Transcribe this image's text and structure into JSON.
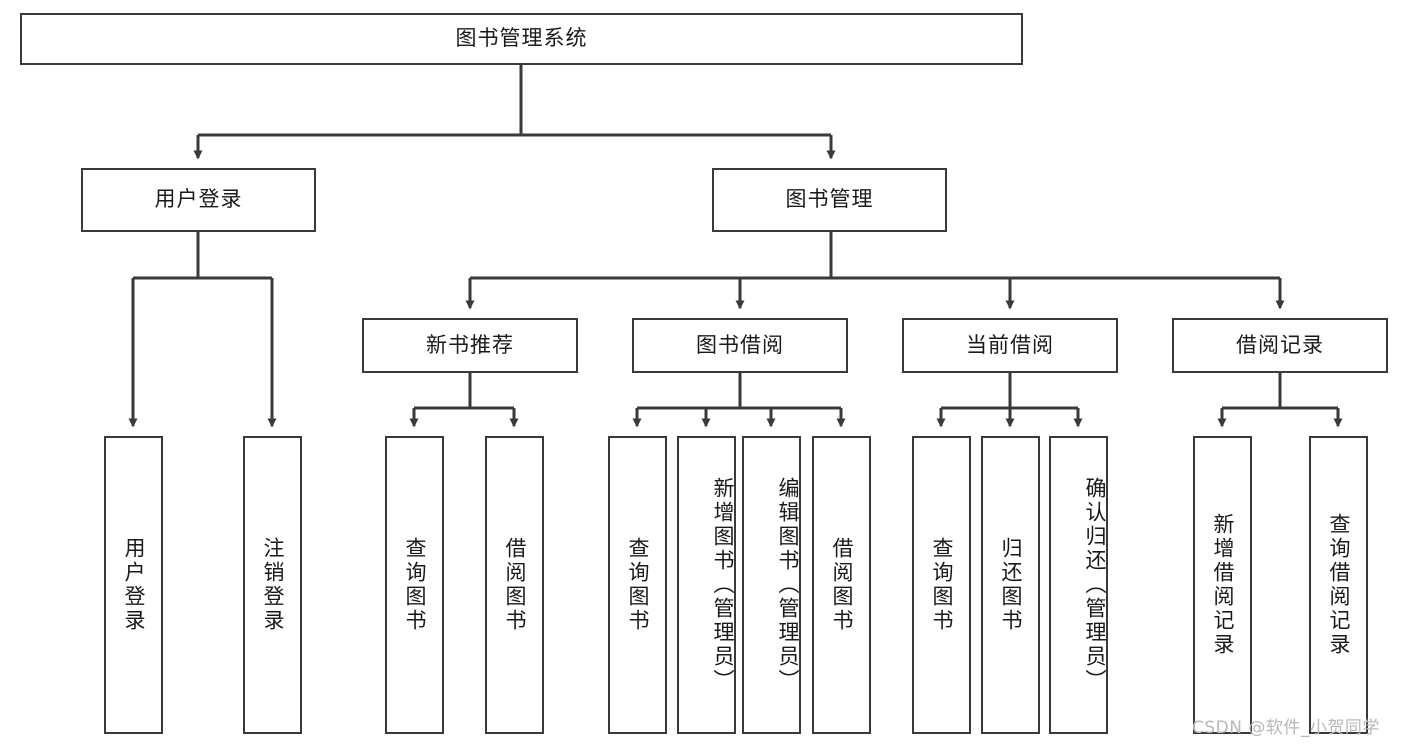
{
  "diagram": {
    "title": "图书管理系统",
    "type": "tree-hierarchy",
    "stroke_color": "#3a3a3a",
    "background_color": "#ffffff",
    "root": {
      "id": "root",
      "label": "图书管理系统"
    },
    "level2": [
      {
        "id": "user-login",
        "label": "用户登录"
      },
      {
        "id": "book-management",
        "label": "图书管理"
      }
    ],
    "level3": [
      {
        "id": "new-book-recommend",
        "label": "新书推荐",
        "parent": "book-management"
      },
      {
        "id": "book-borrow",
        "label": "图书借阅",
        "parent": "book-management"
      },
      {
        "id": "current-borrow",
        "label": "当前借阅",
        "parent": "book-management"
      },
      {
        "id": "borrow-record",
        "label": "借阅记录",
        "parent": "book-management"
      }
    ],
    "leaves": [
      {
        "id": "leaf-user-login",
        "label": "用户登录",
        "parent": "user-login"
      },
      {
        "id": "leaf-logout-login",
        "label": "注销登录",
        "parent": "user-login"
      },
      {
        "id": "leaf-query-book-1",
        "label": "查询图书",
        "parent": "new-book-recommend"
      },
      {
        "id": "leaf-borrow-book-1",
        "label": "借阅图书",
        "parent": "new-book-recommend"
      },
      {
        "id": "leaf-query-book-2",
        "label": "查询图书",
        "parent": "book-borrow"
      },
      {
        "id": "leaf-add-book",
        "label": "新增图书（管理员）",
        "parent": "book-borrow"
      },
      {
        "id": "leaf-edit-book",
        "label": "编辑图书（管理员）",
        "parent": "book-borrow"
      },
      {
        "id": "leaf-borrow-book-2",
        "label": "借阅图书",
        "parent": "book-borrow"
      },
      {
        "id": "leaf-query-book-3",
        "label": "查询图书",
        "parent": "current-borrow"
      },
      {
        "id": "leaf-return-book",
        "label": "归还图书",
        "parent": "current-borrow"
      },
      {
        "id": "leaf-confirm-return",
        "label": "确认归还（管理员）",
        "parent": "current-borrow"
      },
      {
        "id": "leaf-add-record",
        "label": "新增借阅记录",
        "parent": "borrow-record"
      },
      {
        "id": "leaf-query-record",
        "label": "查询借阅记录",
        "parent": "borrow-record"
      }
    ],
    "watermark": "CSDN @软件_小贺同学"
  }
}
